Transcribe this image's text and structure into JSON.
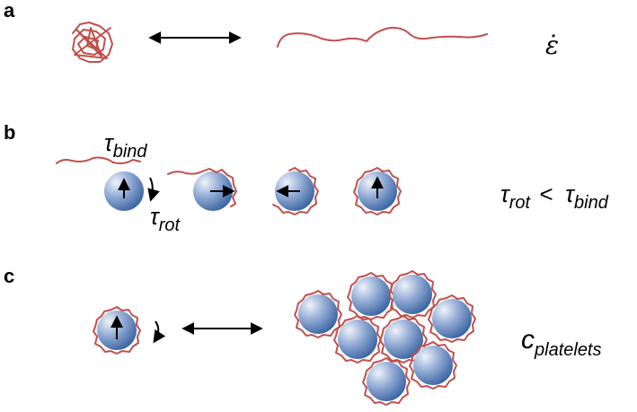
{
  "panels": {
    "a": {
      "label": "a",
      "rate_symbol": "ε̇"
    },
    "b": {
      "label": "b",
      "tau_bind": {
        "base": "τ",
        "sub": "bind"
      },
      "tau_rot": {
        "base": "τ",
        "sub": "rot"
      },
      "relation": {
        "left_base": "τ",
        "left_sub": "rot",
        "op": "<",
        "right_base": "τ",
        "right_sub": "bind"
      }
    },
    "c": {
      "label": "c",
      "concentration": {
        "base": "c",
        "sub": "platelets"
      }
    }
  },
  "colors": {
    "polymer": "#c0504d",
    "platelet_light": "#e8eef7",
    "platelet_dark": "#2f5d9e",
    "arrow": "#000000"
  },
  "icons": [
    "polymer-coil-icon",
    "stretched-polymer-icon",
    "platelet-icon",
    "double-arrow-icon",
    "rotation-arrow-icon"
  ]
}
